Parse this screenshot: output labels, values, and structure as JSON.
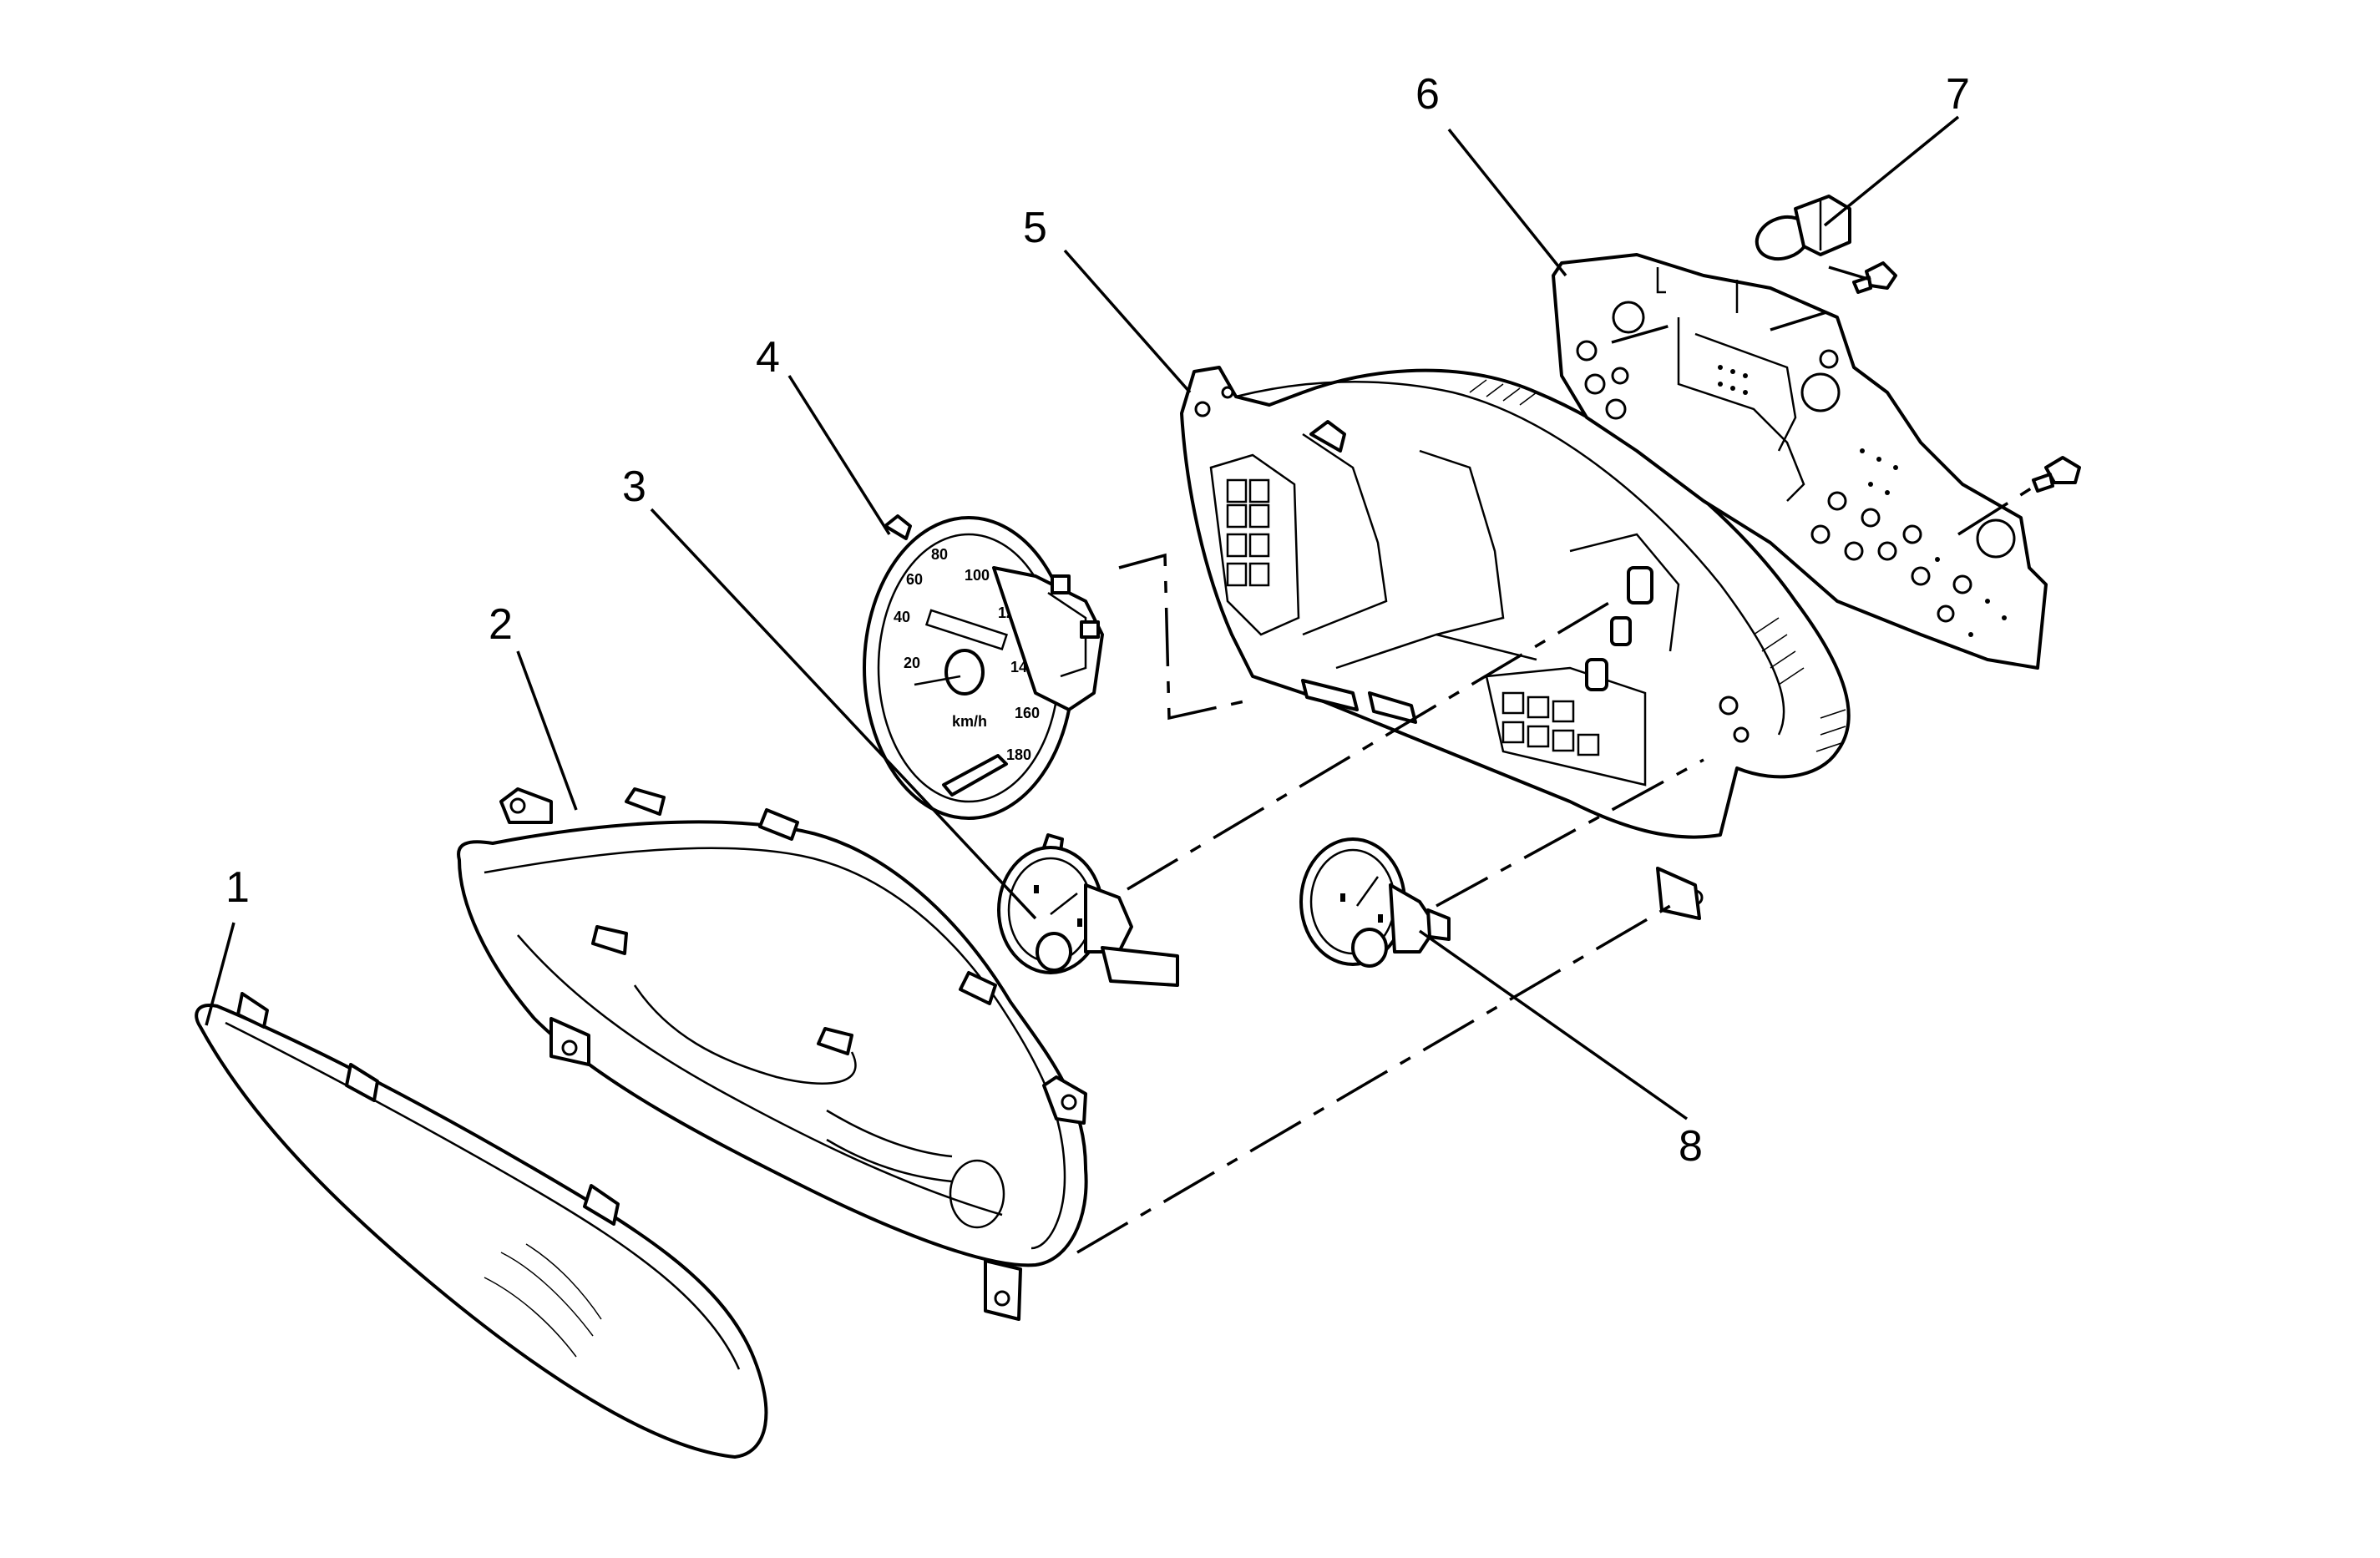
{
  "callouts": [
    {
      "id": "1",
      "label": "1"
    },
    {
      "id": "2",
      "label": "2"
    },
    {
      "id": "3",
      "label": "3"
    },
    {
      "id": "4",
      "label": "4"
    },
    {
      "id": "5",
      "label": "5"
    },
    {
      "id": "6",
      "label": "6"
    },
    {
      "id": "7",
      "label": "7"
    },
    {
      "id": "8",
      "label": "8"
    }
  ],
  "speedometer_dial": {
    "scale": [
      "20",
      "40",
      "60",
      "80",
      "100",
      "120",
      "140",
      "160",
      "180"
    ],
    "unit": "km/h"
  },
  "colors": {
    "line": "#000000",
    "background": "#ffffff"
  }
}
